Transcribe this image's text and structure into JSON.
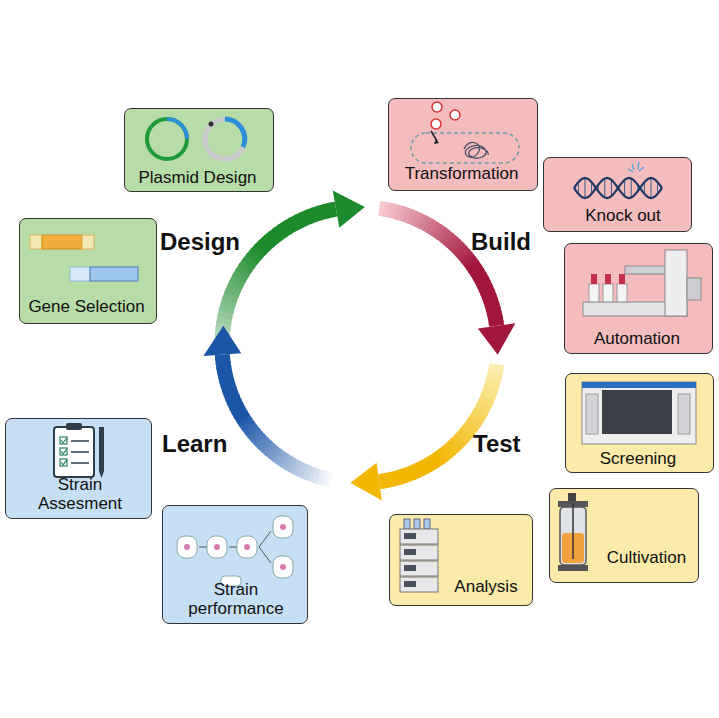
{
  "diagram": {
    "nodes": [
      {
        "text": [
          "Plasmid Design"
        ]
      },
      {
        "text": [
          "Transformation"
        ]
      },
      {
        "text": [
          "Knock out"
        ]
      },
      {
        "text": [
          "Gene Selection"
        ]
      },
      {
        "text": [
          "Automation"
        ]
      },
      {
        "text": [
          "Screening"
        ]
      },
      {
        "text": [
          "Strain Assesment"
        ]
      },
      {
        "text": [
          "Cultivation"
        ]
      },
      {
        "text": [
          "Strain performance"
        ]
      },
      {
        "text": [
          "Analysis"
        ]
      }
    ],
    "labels": [
      "Design",
      "Build",
      "Test",
      "Learn"
    ]
  }
}
